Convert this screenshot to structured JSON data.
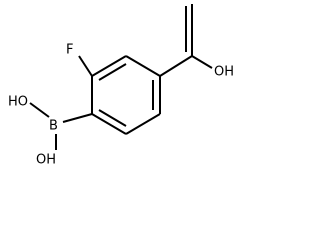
{
  "molecule": {
    "atoms": {
      "fluorine": "F",
      "carboxylic_acid": "OH",
      "boron": "B",
      "boron_hydroxyl_left": "HO",
      "boron_hydroxyl_bottom": "OH"
    },
    "colors": {
      "bond": "#000000",
      "label": "#000000",
      "background": "#ffffff"
    }
  }
}
